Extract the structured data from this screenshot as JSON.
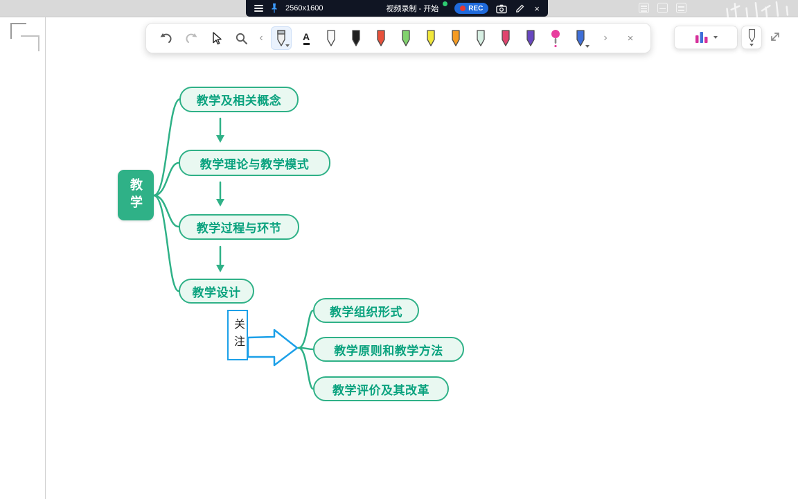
{
  "theme": {
    "teal": "#2fb187",
    "node-fill": "#e9f8f1",
    "node-text": "#0aa27e",
    "blue": "#1ca0e8",
    "topbar-bg": "#101523",
    "rec-blue": "#1f6adb",
    "rec-red": "#e53935",
    "green-dot": "#2ecc71",
    "grey-strip": "#d9d9d9"
  },
  "topbar": {
    "resolution": "2560x1600",
    "recording": "视频录制 - 开始",
    "rec": "REC",
    "close": "×"
  },
  "palette": {
    "collapse": "‹",
    "more": "›",
    "close": "×",
    "text_tool": "A",
    "laser_color": "#e83e9e",
    "blue_pen_color": "#3f6fd8",
    "pens": [
      {
        "name": "white-pen",
        "color": "#fafafa"
      },
      {
        "name": "black-pen",
        "color": "#1f1f1f"
      },
      {
        "name": "red-pen",
        "color": "#e8513b"
      },
      {
        "name": "green-pen",
        "color": "#82d36e"
      },
      {
        "name": "yellow-pen",
        "color": "#f1e73b"
      },
      {
        "name": "orange-pen",
        "color": "#f59b23"
      },
      {
        "name": "mint-pen",
        "color": "#d7efe3"
      },
      {
        "name": "rose-pen",
        "color": "#e0446e"
      },
      {
        "name": "purple-pen",
        "color": "#6847c0"
      }
    ]
  },
  "mindmap": {
    "root": "教学",
    "level1": [
      "教学及相关概念",
      "教学理论与教学模式",
      "教学过程与环节",
      "教学设计"
    ],
    "callout": "关注",
    "level2": [
      "教学组织形式",
      "教学原则和教学方法",
      "教学评价及其改革"
    ]
  }
}
